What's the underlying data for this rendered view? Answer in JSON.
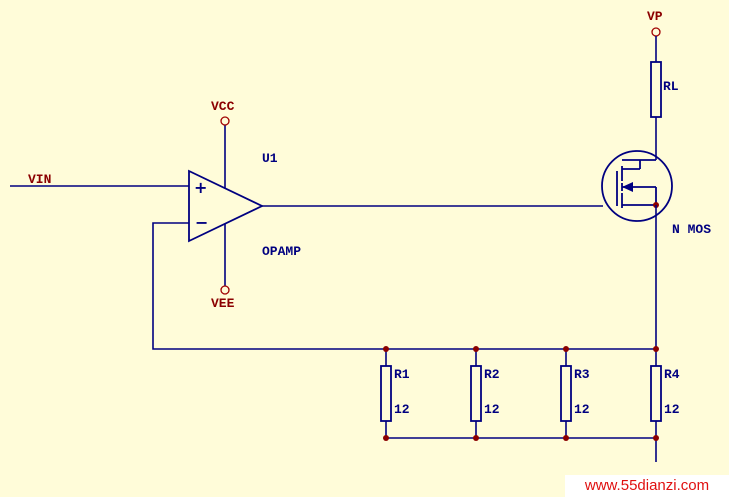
{
  "nets": {
    "vin": "VIN",
    "vcc": "VCC",
    "vee": "VEE",
    "vp": "VP"
  },
  "opamp": {
    "ref": "U1",
    "value": "OPAMP",
    "plus": "+",
    "minus": "−"
  },
  "load": {
    "ref": "RL"
  },
  "mosfet": {
    "value": "N MOS"
  },
  "resistors": [
    {
      "ref": "R1",
      "value": "12"
    },
    {
      "ref": "R2",
      "value": "12"
    },
    {
      "ref": "R3",
      "value": "12"
    },
    {
      "ref": "R4",
      "value": "12"
    }
  ],
  "watermark": "www.55dianzi.com",
  "colors": {
    "background": "#fffcd9",
    "wire": "#000080",
    "net_label": "#8b0000",
    "junction": "#8b0000",
    "watermark_text": "#e01010"
  }
}
